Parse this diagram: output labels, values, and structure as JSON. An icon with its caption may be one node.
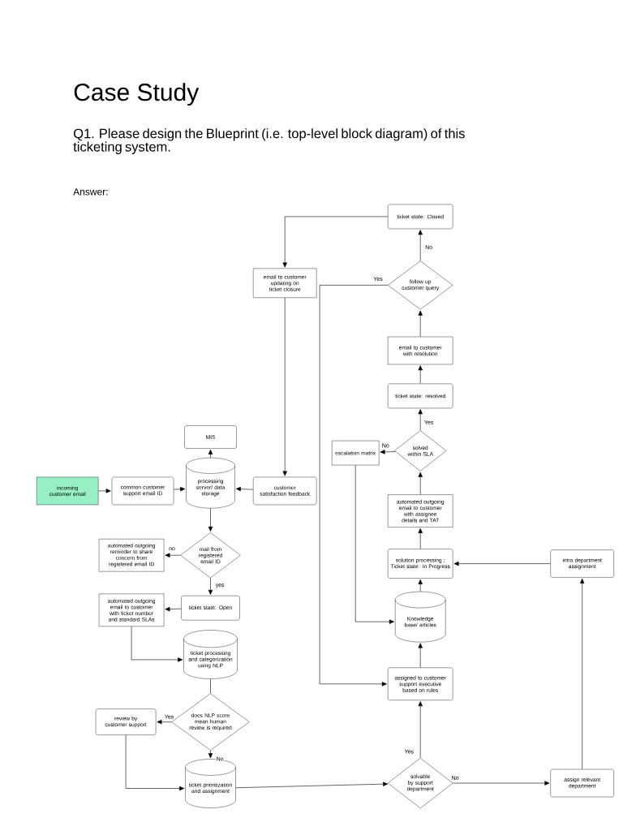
{
  "diagram": {
    "title": "Case Study",
    "nodes": [
      {
        "text": [
          "incoming customer email"
        ]
      },
      {
        "text": [
          "common customer support email ID"
        ]
      },
      {
        "text": [
          "processing server/ data storage"
        ]
      },
      {
        "text": [
          "MIS"
        ]
      },
      {
        "text": [
          "customer satisfaction feedback"
        ]
      },
      {
        "text": [
          "email to customer updating on ticket closure"
        ]
      },
      {
        "text": [
          "mail from registered email ID"
        ]
      },
      {
        "text": [
          "automated outgoing reminder to share concern from registered email ID"
        ]
      },
      {
        "text": [
          "ticket state: Open"
        ]
      },
      {
        "text": [
          "automated outgoing email to customer with ticket number and standard SLAs"
        ]
      },
      {
        "text": [
          "ticket processing and categorization using NLP"
        ]
      },
      {
        "text": [
          "does NLP score mean human review is required"
        ]
      },
      {
        "text": [
          "review by customer support"
        ]
      },
      {
        "text": [
          "ticket prioritization and assignment"
        ]
      },
      {
        "text": [
          "solvable by support department"
        ]
      },
      {
        "text": [
          "assign relevant department"
        ]
      },
      {
        "text": [
          "intra department assignment"
        ]
      },
      {
        "text": [
          "assigned to customer support executive based on rules"
        ]
      },
      {
        "text": [
          "Knowledge base/ articles"
        ]
      },
      {
        "text": [
          "solution processing ; Ticket state: In Progress"
        ]
      },
      {
        "text": [
          "automated outgoing email to customer with assignee details and TAT"
        ]
      },
      {
        "text": [
          "solved within SLA"
        ]
      },
      {
        "text": [
          "escalation matrix"
        ]
      },
      {
        "text": [
          "ticket state: resolved"
        ]
      },
      {
        "text": [
          "email to customer with resolution"
        ]
      },
      {
        "text": [
          "follow up customer query"
        ]
      },
      {
        "text": [
          "ticket state: Closed"
        ]
      }
    ],
    "edges": [
      {
        "from": 0,
        "to": 1,
        "arrow": "to"
      },
      {
        "from": 1,
        "to": 2,
        "arrow": "to"
      },
      {
        "from": 2,
        "to": 3,
        "arrow": "to"
      },
      {
        "from": 4,
        "to": 2,
        "arrow": "to"
      },
      {
        "from": 5,
        "to": 4,
        "arrow": "to"
      },
      {
        "from": 26,
        "to": 5,
        "arrow": "to"
      },
      {
        "from": 2,
        "to": 6,
        "arrow": "to"
      },
      {
        "from": 6,
        "to": 7,
        "arrow": "to",
        "label": "no"
      },
      {
        "from": 6,
        "to": 8,
        "arrow": "to",
        "label": "yes"
      },
      {
        "from": 8,
        "to": 9,
        "arrow": "to"
      },
      {
        "from": 9,
        "to": 10,
        "arrow": "to"
      },
      {
        "from": 10,
        "to": 11,
        "arrow": "none"
      },
      {
        "from": 11,
        "to": 12,
        "arrow": "to",
        "label": "Yes"
      },
      {
        "from": 11,
        "to": 13,
        "arrow": "to",
        "label": "No"
      },
      {
        "from": 12,
        "to": 13,
        "arrow": "to"
      },
      {
        "from": 13,
        "to": 14,
        "arrow": "to"
      },
      {
        "from": 14,
        "to": 17,
        "arrow": "to",
        "label": "Yes"
      },
      {
        "from": 14,
        "to": 15,
        "arrow": "to",
        "label": "No"
      },
      {
        "from": 15,
        "to": 16,
        "arrow": "to"
      },
      {
        "from": 16,
        "to": 19,
        "arrow": "to"
      },
      {
        "from": 17,
        "to": 18,
        "arrow": "to"
      },
      {
        "from": 18,
        "to": 19,
        "arrow": "to"
      },
      {
        "from": 19,
        "to": 20,
        "arrow": "to"
      },
      {
        "from": 20,
        "to": 21,
        "arrow": "to"
      },
      {
        "from": 21,
        "to": 22,
        "arrow": "to",
        "label": "No"
      },
      {
        "from": 21,
        "to": 23,
        "arrow": "to",
        "label": "Yes"
      },
      {
        "from": 22,
        "to": 18,
        "arrow": "to"
      },
      {
        "from": 23,
        "to": 24,
        "arrow": "to"
      },
      {
        "from": 24,
        "to": 25,
        "arrow": "to"
      },
      {
        "from": 25,
        "to": 26,
        "arrow": "to",
        "label": "No"
      },
      {
        "from": 25,
        "to": 17,
        "arrow": "to",
        "label": "Yes"
      }
    ],
    "labels": [
      "Q1. Please design the Blueprint (i.e. top-level block diagram) of this ticketing system.",
      "Answer:"
    ]
  }
}
